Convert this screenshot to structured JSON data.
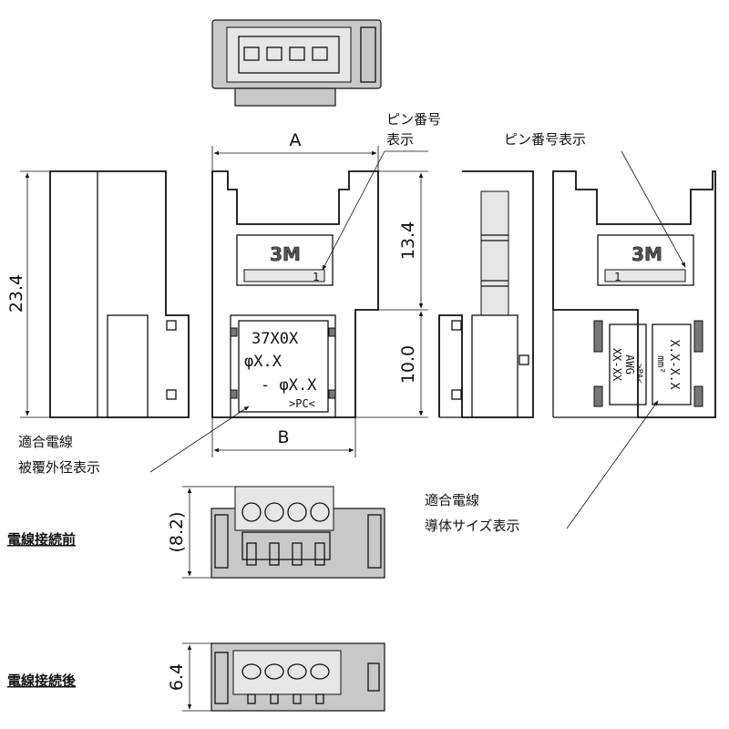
{
  "dimensions": {
    "width_A": "A",
    "width_B": "B",
    "height_total": "23.4",
    "height_upper": "13.4",
    "height_lower": "10.0",
    "depth_before": "(8.2)",
    "depth_after": "6.4"
  },
  "logo": "3M",
  "pin_number_mark": "1",
  "callouts": {
    "pin_number_front": [
      "ピン番号",
      "表示"
    ],
    "pin_number_side": "ピン番号表示",
    "wire_insulation": [
      "適合電線",
      "被覆外径表示"
    ],
    "wire_conductor": [
      "適合電線",
      "導体サイズ表示"
    ]
  },
  "front_marking": {
    "line1": "37X0X",
    "line2": "φX.X",
    "line3": "- φX.X",
    "line4": ">PC<"
  },
  "back_marking": {
    "awg_label": "AWG",
    "awg_range": "XX-XX",
    "material_left": ">PA<",
    "mm_range": "X.X-X.X",
    "mm_unit": "mm²"
  },
  "section_labels": {
    "before": "電線接続前",
    "after": "電線接続後"
  }
}
